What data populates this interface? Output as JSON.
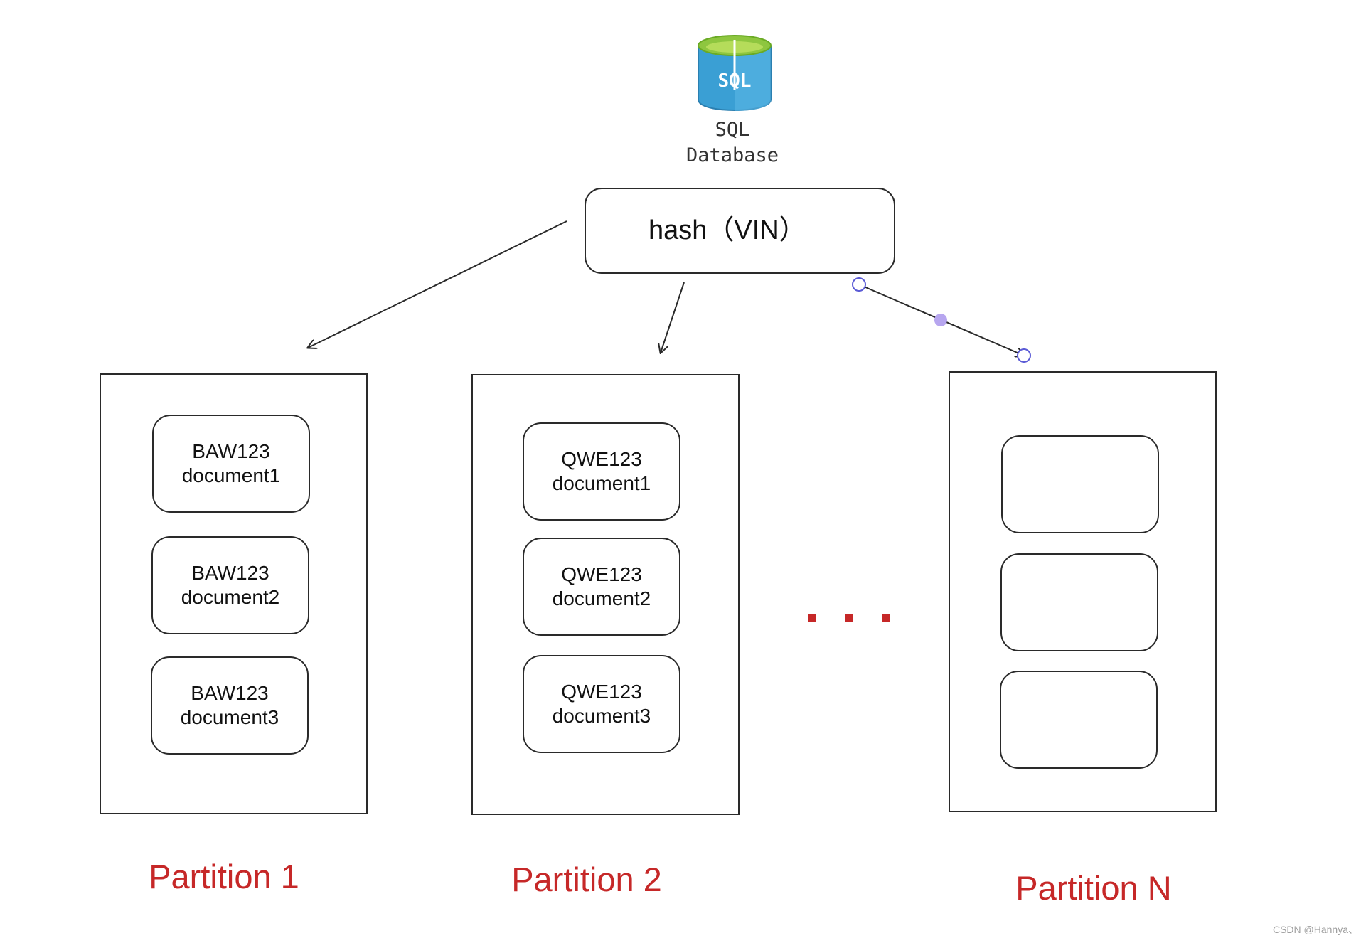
{
  "database": {
    "icon_label": "SQL",
    "caption_line1": "SQL",
    "caption_line2": "Database",
    "icon_colors": {
      "body": "#3a9fd4",
      "shade": "#2e86bb",
      "top": "#8ec63f",
      "top_inner": "#6aaa24"
    }
  },
  "hash": {
    "label": "hash（VIN）"
  },
  "partitions": [
    {
      "label": "Partition 1",
      "documents": [
        {
          "key": "BAW123",
          "name": "document1"
        },
        {
          "key": "BAW123",
          "name": "document2"
        },
        {
          "key": "BAW123",
          "name": "document3"
        }
      ]
    },
    {
      "label": "Partition 2",
      "documents": [
        {
          "key": "QWE123",
          "name": "document1"
        },
        {
          "key": "QWE123",
          "name": "document2"
        },
        {
          "key": "QWE123",
          "name": "document3"
        }
      ]
    },
    {
      "label": "Partition N",
      "documents": [
        {
          "key": "",
          "name": ""
        },
        {
          "key": "",
          "name": ""
        },
        {
          "key": "",
          "name": ""
        }
      ]
    }
  ],
  "colors": {
    "accent_red": "#c62828",
    "stroke": "#2a2a2a",
    "selection": "#5b5bd6",
    "selection_mid": "#b7a6ef"
  },
  "footer": {
    "credit": "CSDN @Hannya、"
  }
}
